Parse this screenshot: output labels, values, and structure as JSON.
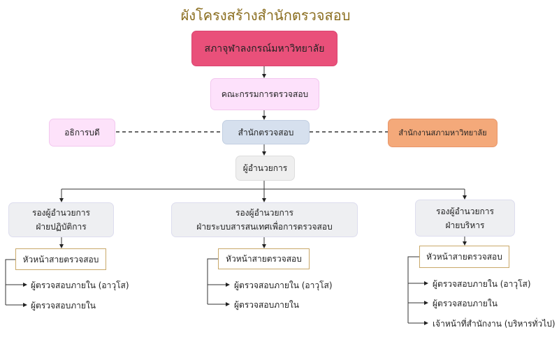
{
  "title": "ผังโครงสร้างสำนักตรวจสอบ",
  "nodes": {
    "council": "สภาจุฬาลงกรณ์มหาวิทยาลัย",
    "committee": "คณะกรรมการตรวจสอบ",
    "office": "สำนักตรวจสอบ",
    "president": "อธิการบดี",
    "council_office": "สำนักงานสภามหาวิทยาลัย",
    "director": "ผู้อำนวยการ"
  },
  "divisions": [
    {
      "line1": "รองผู้อำนวยการ",
      "line2": "ฝ่ายปฏิบัติการ",
      "head": "หัวหน้าสายตรวจสอบ",
      "items": [
        "ผู้ตรวจสอบภายใน (อาวุโส)",
        "ผู้ตรวจสอบภายใน"
      ]
    },
    {
      "line1": "รองผู้อำนวยการ",
      "line2": "ฝ่ายระบบสารสนเทศเพื่อการตรวจสอบ",
      "head": "หัวหน้าสายตรวจสอบ",
      "items": [
        "ผู้ตรวจสอบภายใน (อาวุโส)",
        "ผู้ตรวจสอบภายใน"
      ]
    },
    {
      "line1": "รองผู้อำนวยการ",
      "line2": "ฝ่ายบริหาร",
      "head": "หัวหน้าสายตรวจสอบ",
      "items": [
        "ผู้ตรวจสอบภายใน (อาวุโส)",
        "ผู้ตรวจสอบภายใน",
        "เจ้าหน้าที่สำนักงาน (บริหารทั่วไป)"
      ]
    }
  ],
  "colors": {
    "council": "#e9507a",
    "committee": "#fde1fb",
    "office": "#d6e0ee",
    "president": "#fde2fa",
    "council_office": "#f4a97a",
    "director": "#efefef",
    "deputy": "#eeeff2",
    "title": "#8a6d1e"
  }
}
